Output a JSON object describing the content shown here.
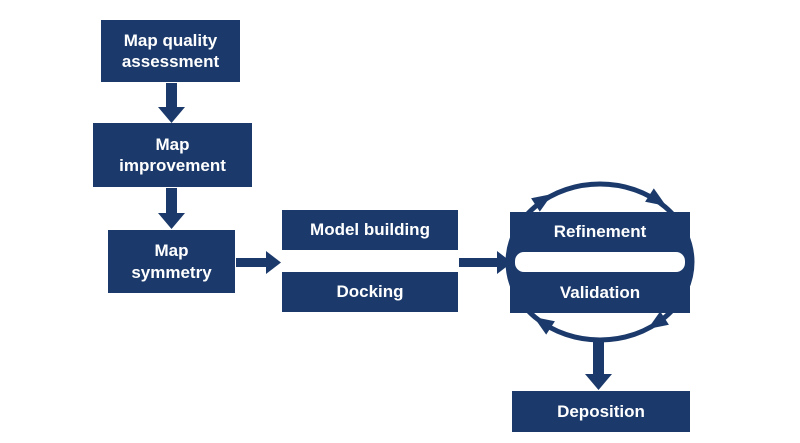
{
  "colors": {
    "node_fill": "#1b3a6b",
    "arrow": "#1b3a6b",
    "node_text": "#ffffff",
    "background": "#ffffff"
  },
  "diagram": {
    "type": "flowchart",
    "nodes": [
      {
        "id": "map-quality-assessment",
        "label": "Map quality\nassessment"
      },
      {
        "id": "map-improvement",
        "label": "Map\nimprovement"
      },
      {
        "id": "map-symmetry",
        "label": "Map\nsymmetry"
      },
      {
        "id": "model-building",
        "label": "Model building"
      },
      {
        "id": "docking",
        "label": "Docking"
      },
      {
        "id": "refinement",
        "label": "Refinement"
      },
      {
        "id": "validation",
        "label": "Validation"
      },
      {
        "id": "deposition",
        "label": "Deposition"
      }
    ],
    "edges": [
      {
        "from": "map-quality-assessment",
        "to": "map-improvement",
        "style": "straight-arrow-down"
      },
      {
        "from": "map-improvement",
        "to": "map-symmetry",
        "style": "straight-arrow-down"
      },
      {
        "from": "map-symmetry",
        "to": "model-building+docking",
        "style": "straight-arrow-right"
      },
      {
        "from": "model-building+docking",
        "to": "refinement+validation",
        "style": "straight-arrow-right"
      },
      {
        "from": "refinement",
        "to": "validation",
        "style": "clockwise-cycle-arrows"
      },
      {
        "from": "refinement+validation",
        "to": "deposition",
        "style": "straight-arrow-down"
      }
    ]
  }
}
